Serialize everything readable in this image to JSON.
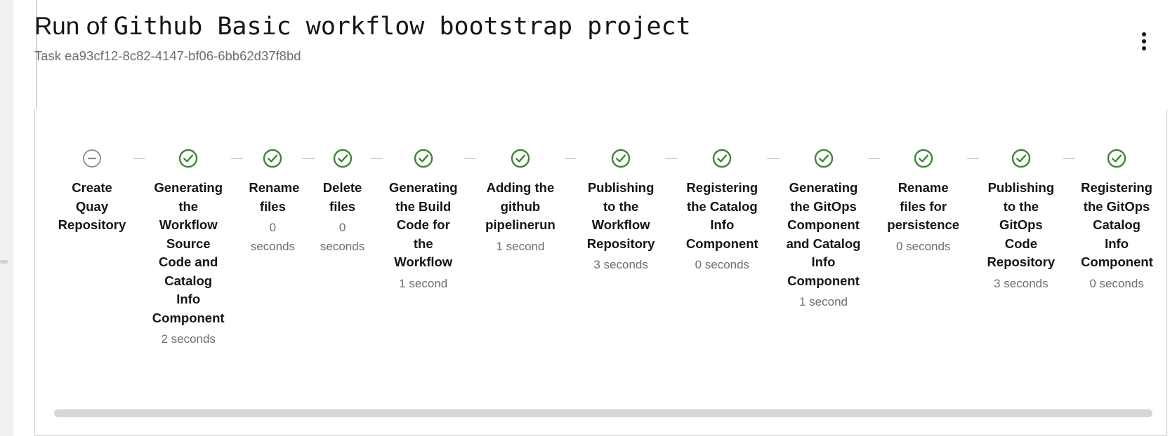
{
  "header": {
    "title_prefix": "Run of ",
    "title_mono": "Github Basic workflow bootstrap project",
    "subtitle": "Task ea93cf12-8c82-4147-bf06-6bb62d37f8bd",
    "kebab_icon": "kebab-vertical-icon"
  },
  "card": {
    "accent_color": "#3e8635",
    "success_color": "#3e8635",
    "skipped_color": "#8a8d90",
    "connector_color": "#b8bbbe"
  },
  "stepper": {
    "steps": [
      {
        "title": "Create Quay Repository",
        "duration": "",
        "status": "skipped",
        "icon": "minus-circle-icon",
        "width": 118
      },
      {
        "title": "Generating the Workflow Source Code and Catalog Info Component",
        "duration": "2 seconds",
        "status": "success",
        "icon": "check-circle-icon",
        "width": 122
      },
      {
        "title": "Rename files",
        "duration": "0 seconds",
        "status": "success",
        "icon": "check-circle-icon",
        "width": 84
      },
      {
        "title": "Delete files",
        "duration": "0 seconds",
        "status": "success",
        "icon": "check-circle-icon",
        "width": 80
      },
      {
        "title": "Generating the Build Code for the Workflow",
        "duration": "1 second",
        "status": "success",
        "icon": "check-circle-icon",
        "width": 116
      },
      {
        "title": "Adding the github pipelinerun",
        "duration": "1 second",
        "status": "success",
        "icon": "check-circle-icon",
        "width": 126
      },
      {
        "title": "Publishing to the Workflow Repository",
        "duration": "3 seconds",
        "status": "success",
        "icon": "check-circle-icon",
        "width": 126
      },
      {
        "title": "Registering the Catalog Info Component",
        "duration": "0 seconds",
        "status": "success",
        "icon": "check-circle-icon",
        "width": 128
      },
      {
        "title": "Generating the GitOps Component and Catalog Info Component",
        "duration": "1 second",
        "status": "success",
        "icon": "check-circle-icon",
        "width": 126
      },
      {
        "title": "Rename files for persistence",
        "duration": "0 seconds",
        "status": "success",
        "icon": "check-circle-icon",
        "width": 124
      },
      {
        "title": "Publishing to the GitOps Code Repository",
        "duration": "3 seconds",
        "status": "success",
        "icon": "check-circle-icon",
        "width": 120
      },
      {
        "title": "Registering the GitOps Catalog Info Component",
        "duration": "0 seconds",
        "status": "success",
        "icon": "check-circle-icon",
        "width": 118
      }
    ]
  },
  "scrollbar": {
    "orientation": "horizontal",
    "thumb_color": "#d6d6d6"
  }
}
